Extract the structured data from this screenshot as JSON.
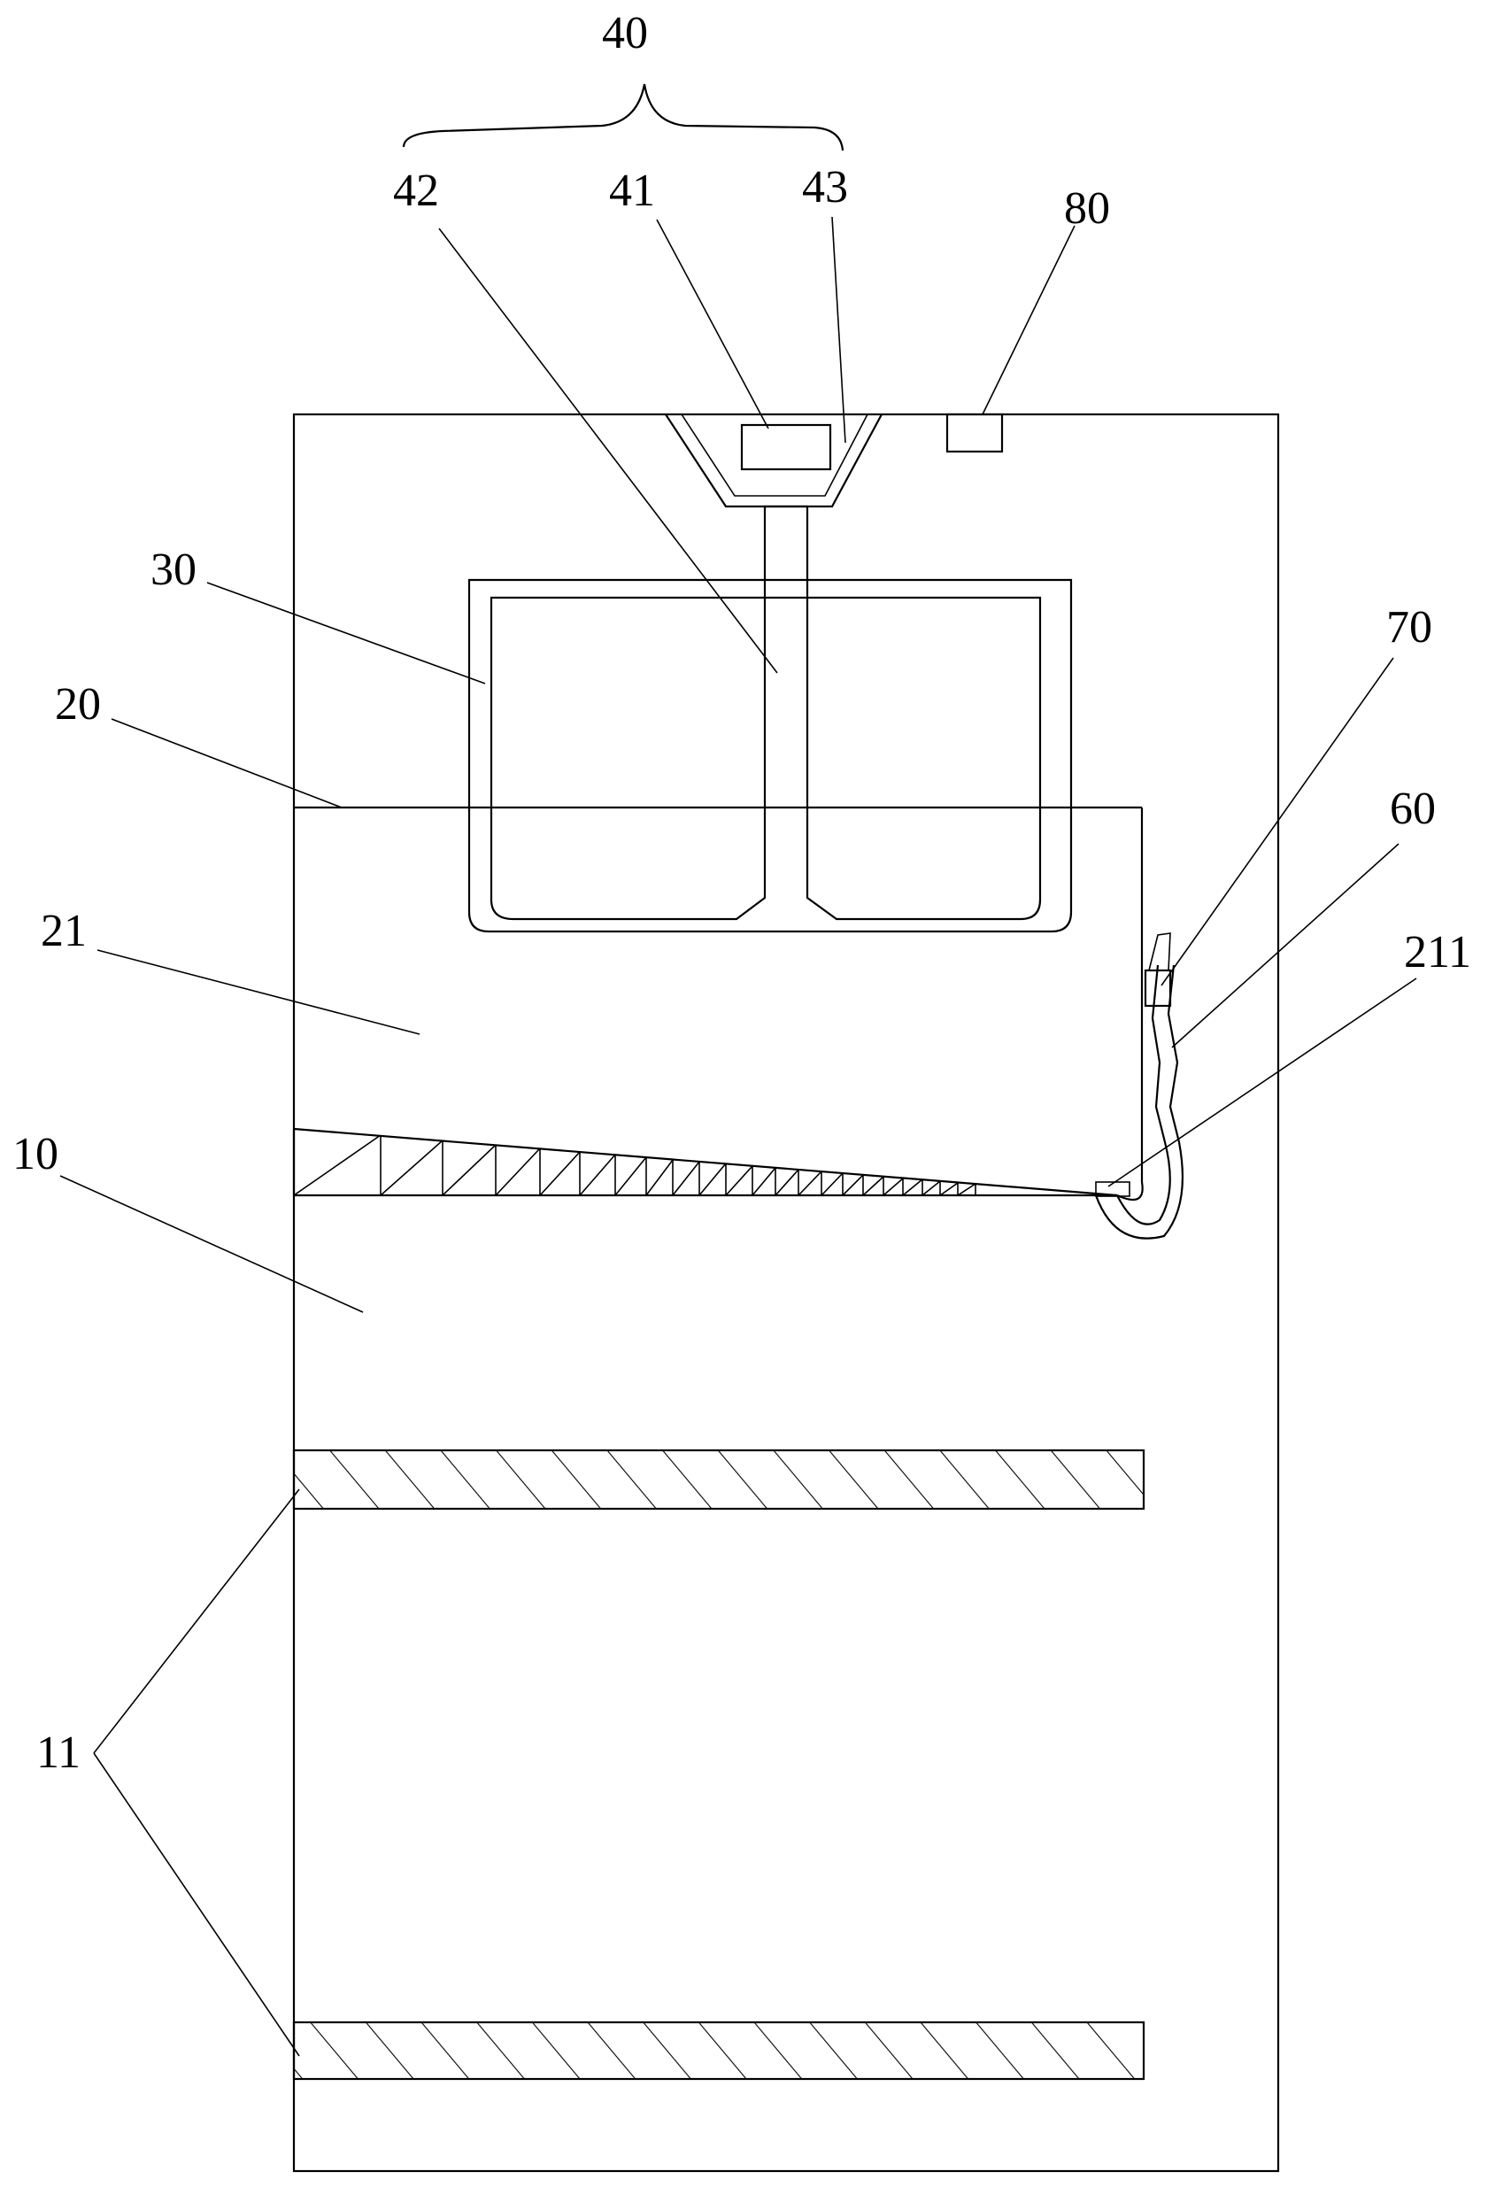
{
  "figure": {
    "labels": {
      "assembly_40": "40",
      "part_42": "42",
      "part_41": "41",
      "part_43": "43",
      "part_80": "80",
      "part_30": "30",
      "part_20": "20",
      "part_70": "70",
      "part_60": "60",
      "part_21": "21",
      "part_211": "211",
      "part_10": "10",
      "part_11": "11"
    }
  }
}
